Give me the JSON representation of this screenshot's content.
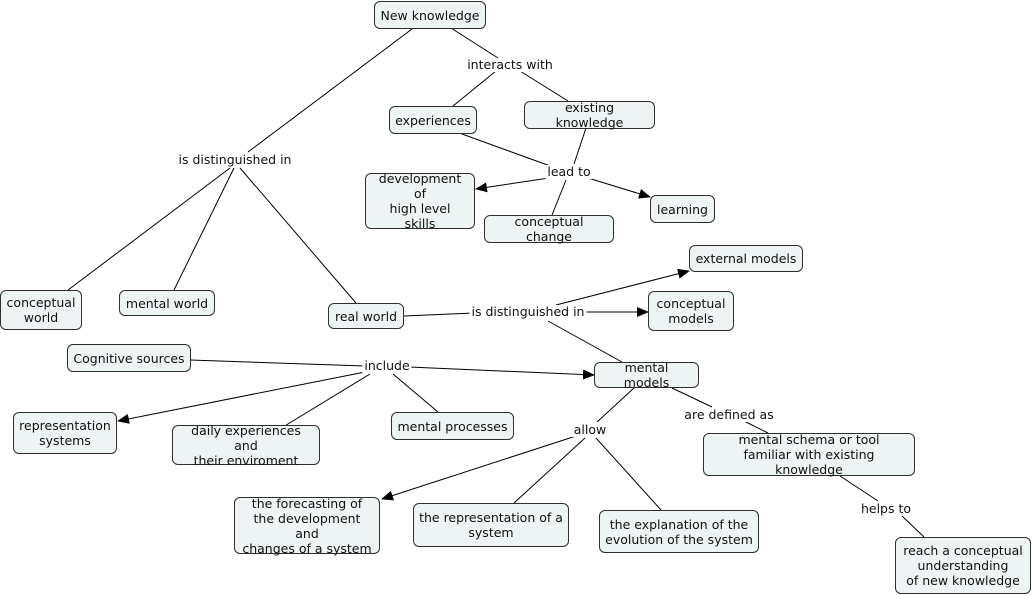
{
  "nodes": {
    "new_knowledge": "New knowledge",
    "experiences": "experiences",
    "existing_knowledge": "existing knowledge",
    "development_skills": "development of\nhigh level\nskills",
    "conceptual_change": "conceptual change",
    "learning": "learning",
    "conceptual_world": "conceptual\nworld",
    "mental_world": "mental world",
    "real_world": "real world",
    "external_models": "external models",
    "conceptual_models": "conceptual\nmodels",
    "cognitive_sources": "Cognitive sources",
    "mental_models": "mental models",
    "representation_systems": "representation\nsystems",
    "daily_experiences": "daily experiences and\ntheir enviroment",
    "mental_processes": "mental processes",
    "mental_schema": "mental schema or tool\nfamiliar with existing knowledge",
    "forecasting": "the forecasting of\nthe development and\nchanges of a system",
    "representation_system": "the representation of a\nsystem",
    "explanation": "the explanation of the\nevolution of the system",
    "conceptual_understanding": "reach a conceptual\nunderstanding\nof new knowledge"
  },
  "links": {
    "interacts_with": "interacts with",
    "is_distinguished_in_1": "is distinguished in",
    "lead_to": "lead to",
    "is_distinguished_in_2": "is distinguished in",
    "include": "include",
    "allow": "allow",
    "are_defined_as": "are defined as",
    "helps_to": "helps to"
  }
}
